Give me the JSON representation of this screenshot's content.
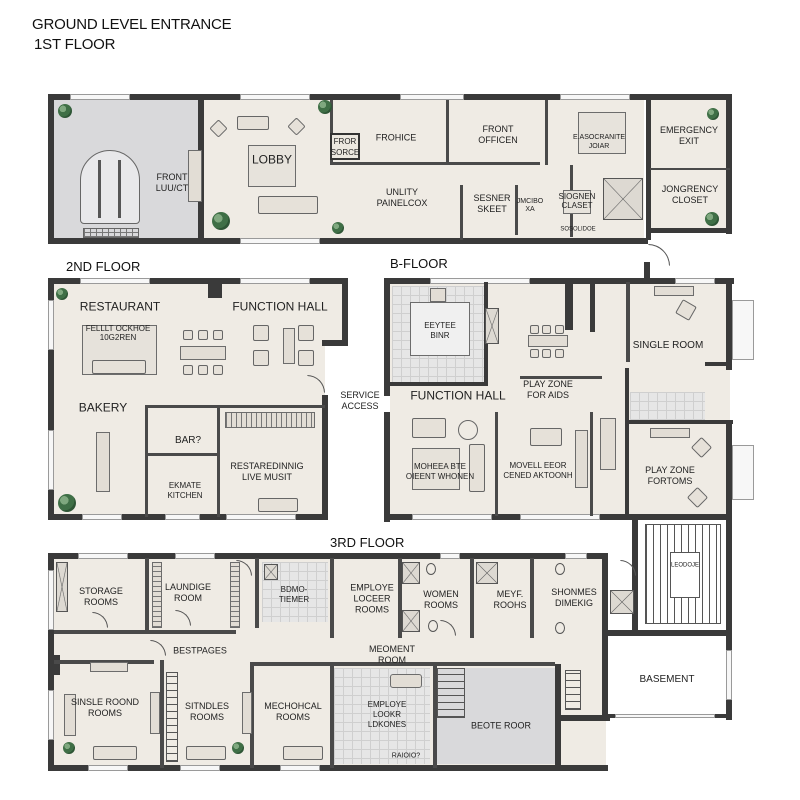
{
  "header": {
    "title_line1": "GROUND LEVEL ENTRANCE",
    "title_line2": "1ST FLOOR"
  },
  "floors": {
    "ground": {
      "rooms": {
        "front_lobby": "FRONT\nLUU/CT",
        "lobby": "LOBBY",
        "front_service": "FROR\nSORCE",
        "front_office_left": "FROHICE",
        "front_officen": "FRONT\nOFFICEN",
        "utility_panel": "UNLITY\nPAINELCOX",
        "server_closet": "SESNER\nSKEET",
        "small_closet": "JMCIBO\nXA",
        "exchange_desk": "E.ASOCRANITE\nJOIAR",
        "storage_closet": "SIOGNEN\nCLASET",
        "scoreboard": "SOSOLIDOE",
        "emergency_exit": "EMERGENCY\nEXIT",
        "emergency_closet": "JONGRENCY\nCLOSET"
      }
    },
    "second": {
      "label": "2ND FLOOR",
      "rooms": {
        "restaurant": "RESTAURANT",
        "full_kitchen": "FELLLT OCKHOE\n10G2REN",
        "function_hall": "FUNCTION HALL",
        "bakery": "BAKERY",
        "bar": "BAR?",
        "private_kitchen": "EKMATE\nKITCHEN",
        "restaurant_dining": "RESTAREDINNIG\nLIVE MUSIT",
        "service_access": "SERVICE\nACCESS"
      }
    },
    "b_floor": {
      "label": "B-FLOOR",
      "rooms": {
        "eatery_bar": "EEYTEE\nBINR",
        "single_room": "SINGLE ROOM",
        "function_hall": "FUNCTION HALL",
        "play_zone_kids": "PLAY ZONE\nFOR AIDS",
        "movie_kitchen": "MOHEEA BTE\nOIEENT WHONEN",
        "movie_room": "MOVELL EEOR\nCENED AKTOONH",
        "play_zone_toms": "PLAY ZONE\nFORTOMS"
      }
    },
    "third": {
      "label": "3RD FLOOR",
      "rooms": {
        "storage": "STORAGE\nROOMS",
        "laundry": "LAUNDIGE\nROOM",
        "bedroom_timer": "BDMO-\nTIEMER",
        "employee_locker": "EMPLOYE\nLOCEER\nROOMS",
        "women_rooms": "WOMEN\nROOMS",
        "men_rooms": "MEYF.\nROOHS",
        "showers": "SHONMES\nDIMEKIG",
        "bestpages": "BESTPAGES",
        "movement_room": "MEOMENT\nROOM",
        "single_rooms": "SINSLE ROOND\nROOMS",
        "singles_rooms": "SITNDLES\nROOMS",
        "mechanical": "MECHOHCAL\nROOMS",
        "employee_locker_2": "EMPLOYE\nLOOKR\nLDKONES",
        "radio": "RAIOIO?",
        "beote_roor": "BEOTE ROOR",
        "stair_landing": "LEODOJE",
        "basement": "BASEMENT"
      }
    }
  },
  "colors": {
    "wall": "#3a3a3a",
    "floor": "#efebe4",
    "gray_floor": "#d9d9db",
    "plant": "#3f6f46"
  }
}
